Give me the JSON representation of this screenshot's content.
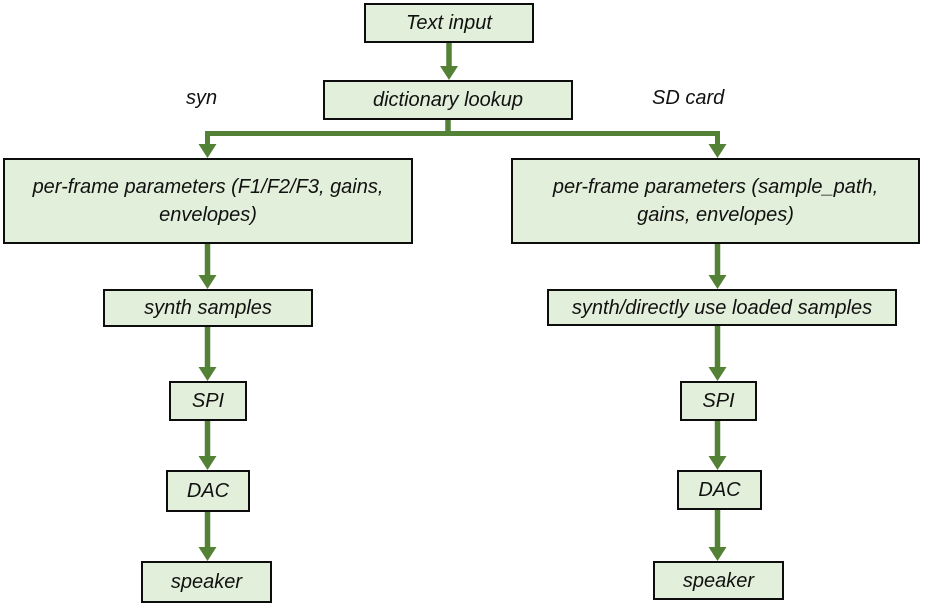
{
  "colors": {
    "canvas": "#ffffff",
    "box_fill": "#e2efda",
    "box_border": "#0d0d0d",
    "arrow_green": "#538135",
    "text_color": "#111111"
  },
  "flowchart": {
    "top": {
      "text_input": "Text input",
      "dictionary_lookup": "dictionary lookup"
    },
    "branch_labels": {
      "left": "syn",
      "right": "SD card"
    },
    "left_chain": {
      "params": "per-frame parameters (F1/F2/F3, gains,\nenvelopes)",
      "synth": "synth samples",
      "spi": "SPI",
      "dac": "DAC",
      "speaker": "speaker"
    },
    "right_chain": {
      "params": "per-frame parameters (sample_path,\ngains, envelopes)",
      "synth": "synth/directly use loaded samples",
      "spi": "SPI",
      "dac": "DAC",
      "speaker": "speaker"
    }
  }
}
